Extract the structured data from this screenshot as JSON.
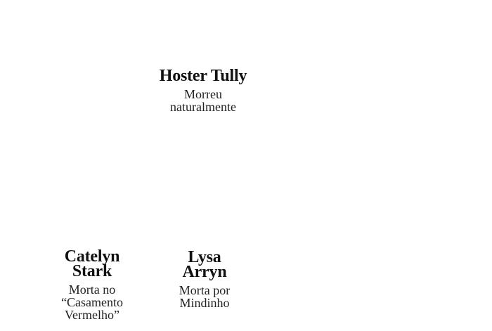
{
  "characters": [
    {
      "name": "Hoster Tully",
      "description": "Morreu naturalmente"
    },
    {
      "name": "Catelyn Stark",
      "description": "Morta no “Casamento Vermelho”"
    },
    {
      "name": "Lysa Arryn",
      "description": "Morta por Mindinho"
    }
  ]
}
